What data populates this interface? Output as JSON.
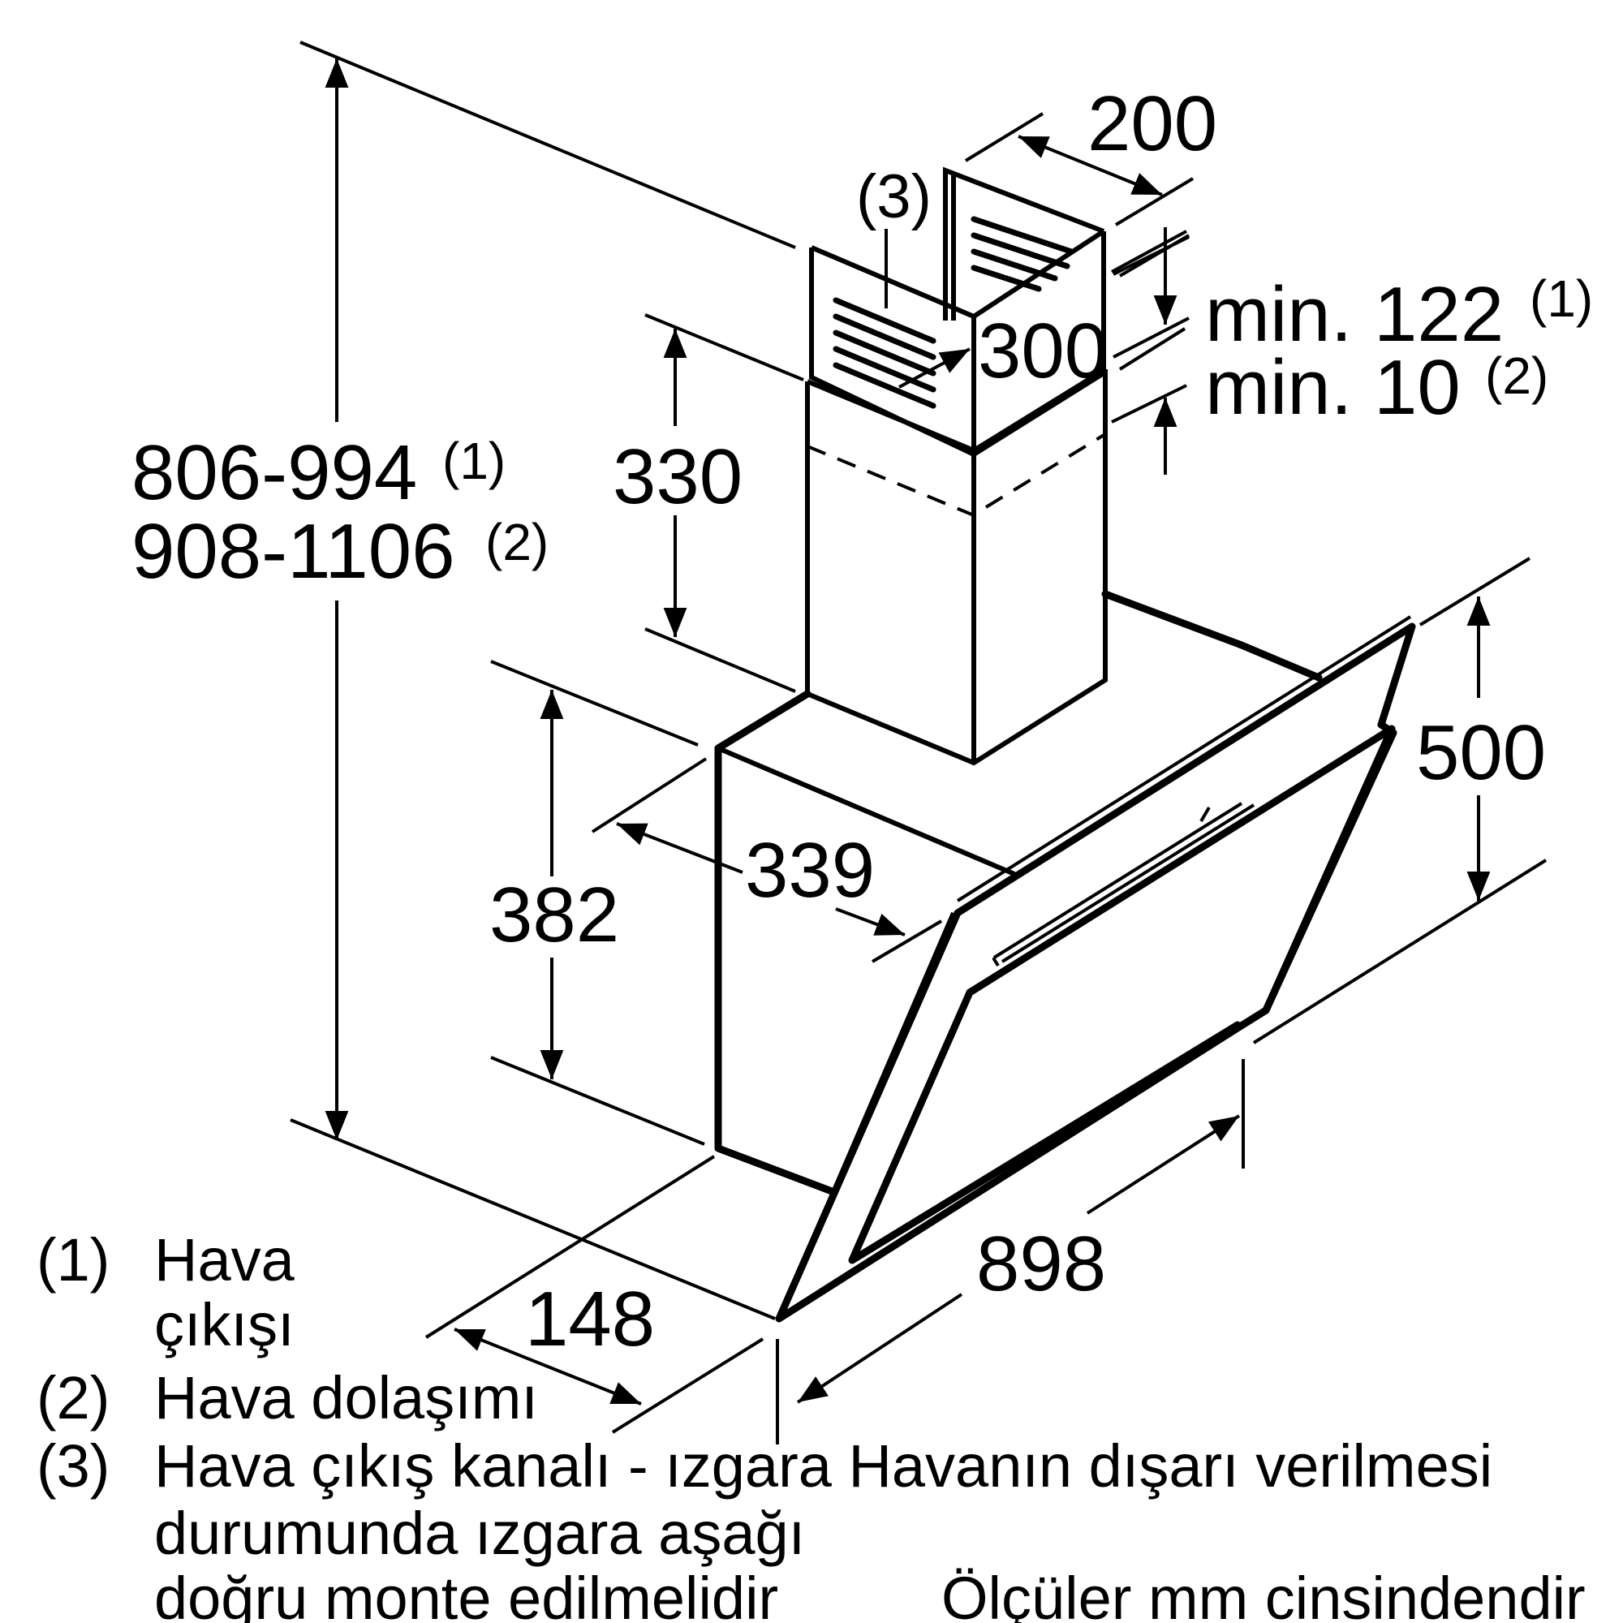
{
  "dimensions": {
    "width_200": "200",
    "depth_300": "300",
    "min_122": "min. 122",
    "min_122_ref": "(1)",
    "min_10": "min. 10",
    "min_10_ref": "(2)",
    "chimney_330": "330",
    "total_height_1": "806-994",
    "total_height_1_ref": "(1)",
    "total_height_2": "908-1106",
    "total_height_2_ref": "(2)",
    "glass_height_500": "500",
    "depth_339": "339",
    "back_height_382": "382",
    "width_898": "898",
    "depth_148": "148",
    "grille_ref": "(3)"
  },
  "legend": [
    {
      "num": "(1)",
      "lines": [
        "Hava",
        "çıkışı"
      ]
    },
    {
      "num": "(2)",
      "lines": [
        "Hava dolaşımı"
      ]
    },
    {
      "num": "(3)",
      "lines": [
        "Hava çıkış kanalı - ızgara Havanın dışarı verilmesi",
        "durumunda ızgara aşağı",
        "doğru monte edilmelidir"
      ]
    }
  ],
  "units_note": "Ölçüler mm cinsindendir"
}
